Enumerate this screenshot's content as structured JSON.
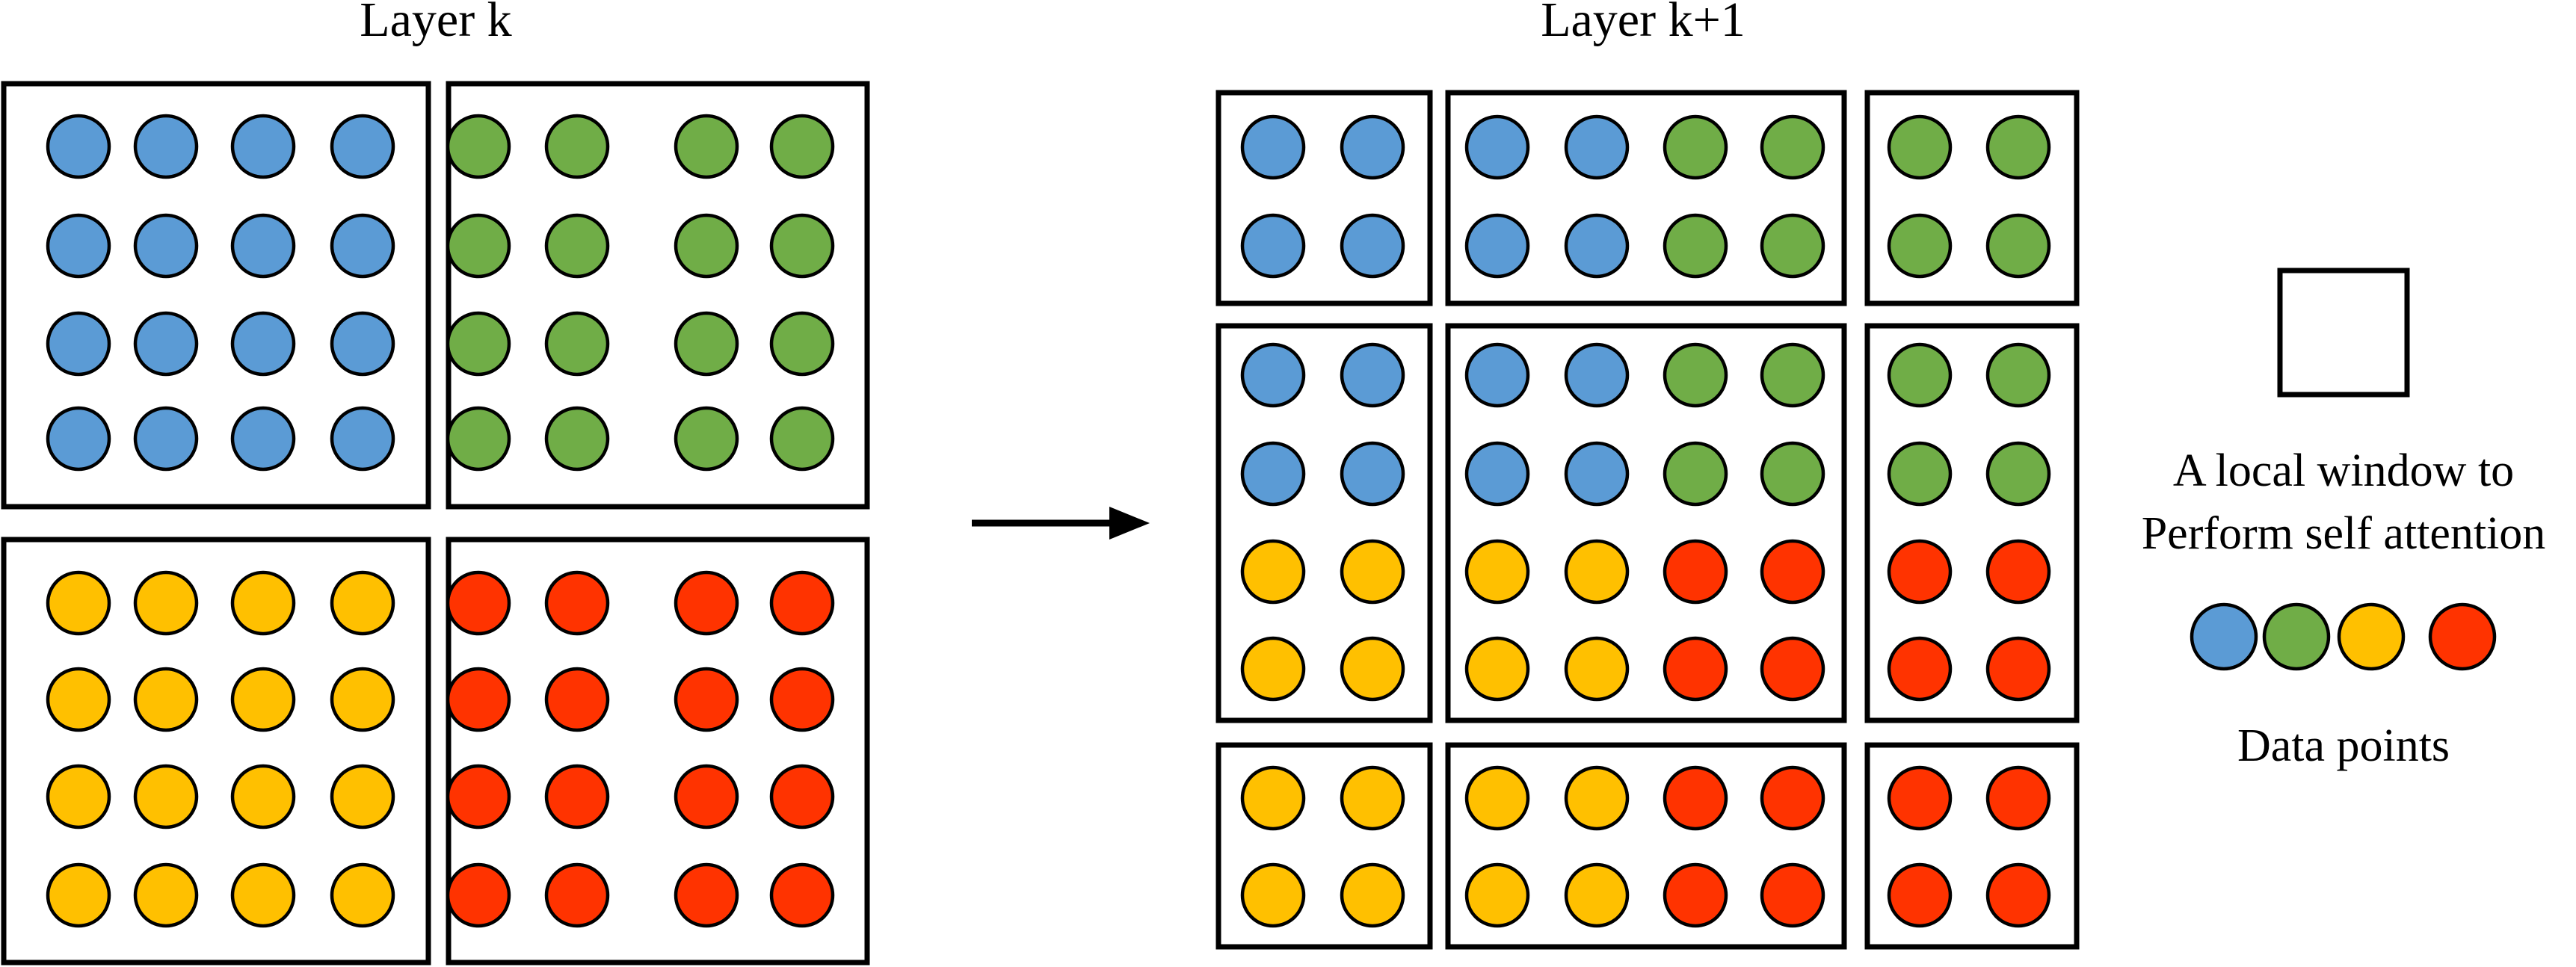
{
  "layer_k": {
    "title": "Layer k"
  },
  "layer_k1": {
    "title": "Layer k+1"
  },
  "legend": {
    "window_caption_line1": "A local window to",
    "window_caption_line2": "Perform self attention",
    "points_caption": "Data points"
  },
  "colors": {
    "blue": "#5b9bd5",
    "green": "#70ad47",
    "yellow": "#ffc000",
    "red": "#ff3300",
    "outline": "#000000"
  },
  "quadrant_colors": {
    "top_left": "blue",
    "top_right": "green",
    "bottom_left": "yellow",
    "bottom_right": "red"
  },
  "grid": {
    "points_per_side": 8,
    "layer_k_windows": "2 x 2 windows of 4 x 4 points",
    "layer_k1_windows": "3 x 3 shifted windows (2, 4, 2 points per side)"
  },
  "legend_point_colors": [
    "blue",
    "green",
    "yellow",
    "red"
  ]
}
